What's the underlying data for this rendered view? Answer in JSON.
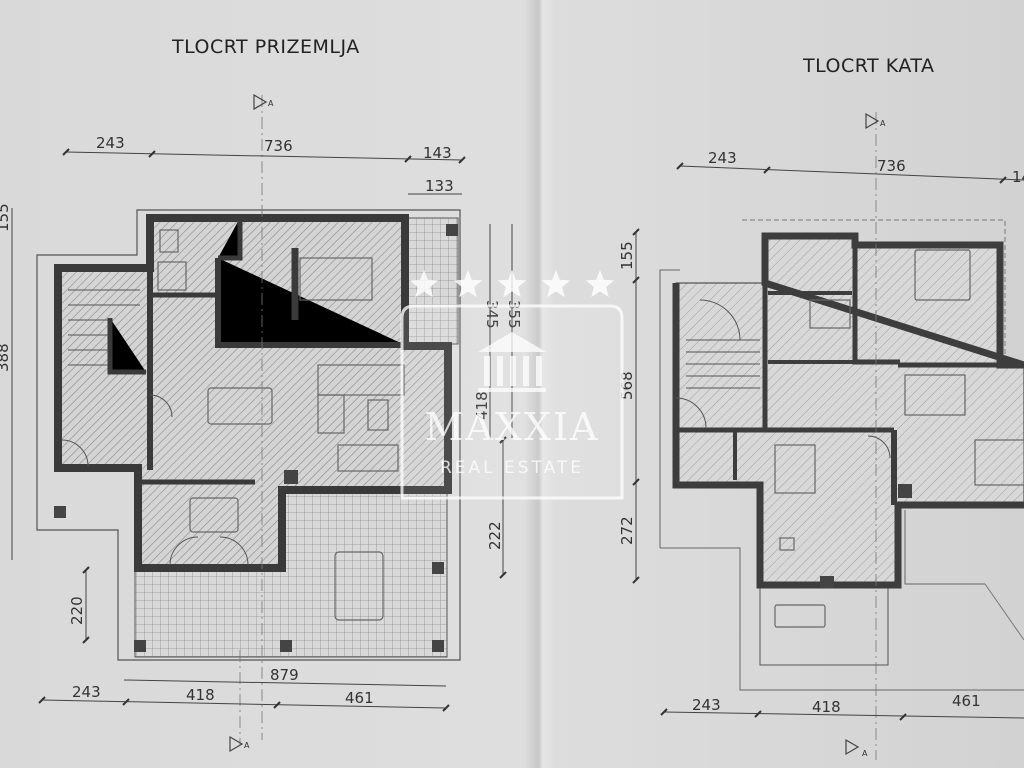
{
  "plans": {
    "ground": {
      "title": "TLOCRT PRIZEMLJA",
      "section_marker": "A",
      "dims_top": [
        "243",
        "736",
        "143"
      ],
      "dim_top2": "133",
      "dim_left_top": "155",
      "dim_left_mid": "388",
      "dims_right": [
        "345",
        "355",
        "418",
        "222"
      ],
      "dim_left_bottom": "220",
      "dim_bottom_total": "879",
      "dims_bottom": [
        "243",
        "418",
        "461"
      ]
    },
    "upper": {
      "title": "TLOCRT KATA",
      "section_marker": "A",
      "dims_top": [
        "243",
        "736",
        "14"
      ],
      "dims_left": [
        "155",
        "568",
        "272"
      ],
      "dims_bottom": [
        "243",
        "418",
        "461"
      ]
    }
  },
  "watermark": {
    "brand": "MAXXIA",
    "tagline": "REAL ESTATE",
    "stars": 5
  }
}
